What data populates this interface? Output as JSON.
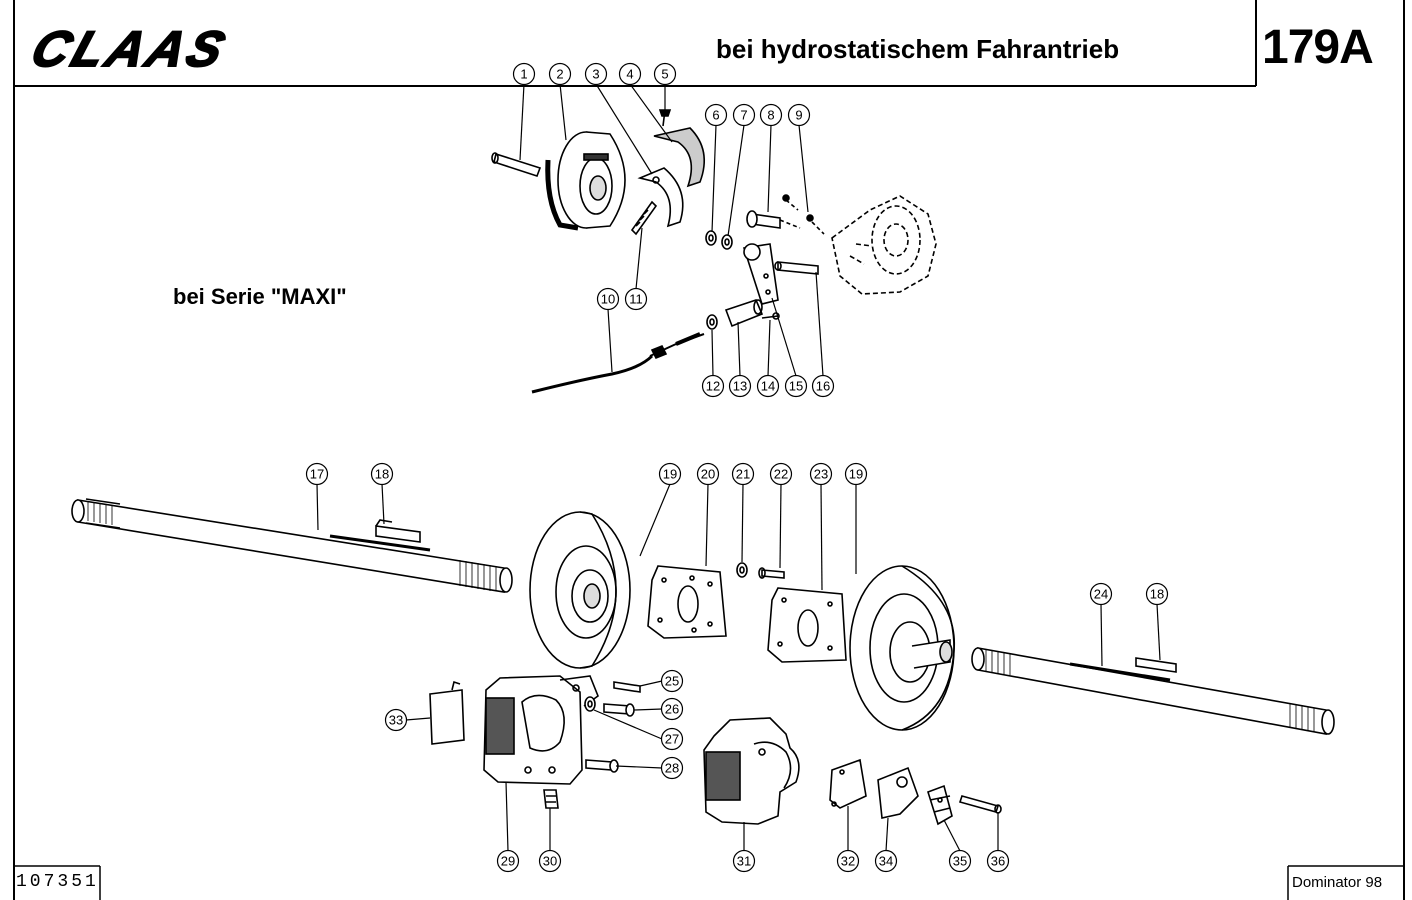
{
  "header": {
    "brand": "CLAAS",
    "title": "bei hydrostatischem Fahrantrieb",
    "page_number": "179A"
  },
  "variant_label": "bei Serie \"MAXI\"",
  "footer": {
    "document_number": "107351",
    "model": "Dominator 98"
  },
  "callouts": [
    "1",
    "2",
    "3",
    "4",
    "5",
    "6",
    "7",
    "8",
    "9",
    "10",
    "11",
    "12",
    "13",
    "14",
    "15",
    "16",
    "17",
    "18",
    "19",
    "20",
    "21",
    "22",
    "23",
    "19",
    "24",
    "18",
    "25",
    "26",
    "27",
    "28",
    "29",
    "30",
    "31",
    "32",
    "33",
    "34",
    "35",
    "36"
  ]
}
